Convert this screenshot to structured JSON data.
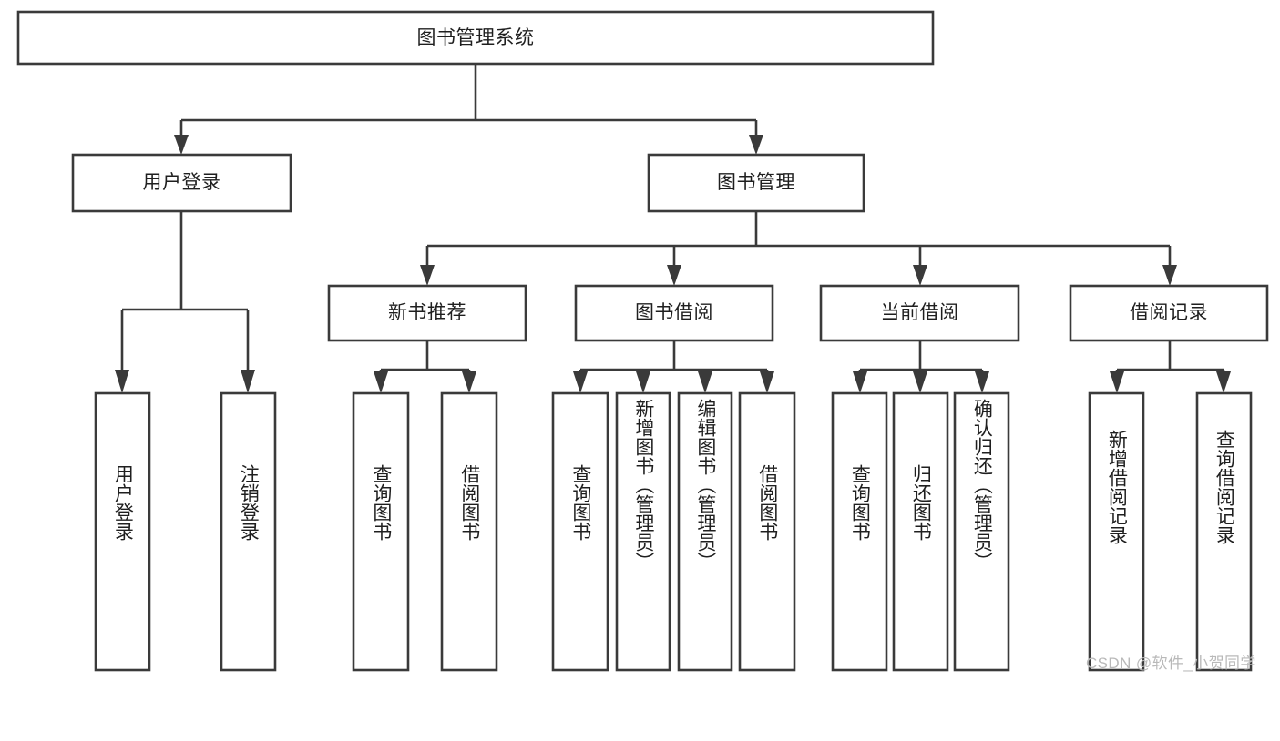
{
  "diagram": {
    "type": "tree-hierarchy",
    "title": "图书管理系统",
    "root": {
      "label": "图书管理系统",
      "id": "root-system"
    },
    "level1": [
      {
        "id": "user-login",
        "label": "用户登录"
      },
      {
        "id": "book-management",
        "label": "图书管理"
      }
    ],
    "level2": [
      {
        "id": "new-book-recommend",
        "label": "新书推荐",
        "parent": "book-management"
      },
      {
        "id": "book-borrow",
        "label": "图书借阅",
        "parent": "book-management"
      },
      {
        "id": "current-borrow",
        "label": "当前借阅",
        "parent": "book-management"
      },
      {
        "id": "borrow-record",
        "label": "借阅记录",
        "parent": "book-management"
      }
    ],
    "leaves": {
      "user-login": [
        {
          "id": "leaf-user-login",
          "label": "用户登录"
        },
        {
          "id": "leaf-logout-login",
          "label": "注销登录"
        }
      ],
      "new-book-recommend": [
        {
          "id": "leaf-query-book-1",
          "label": "查询图书"
        },
        {
          "id": "leaf-borrow-book-1",
          "label": "借阅图书"
        }
      ],
      "book-borrow": [
        {
          "id": "leaf-query-book-2",
          "label": "查询图书"
        },
        {
          "id": "leaf-add-book",
          "label": "新增图书（管理员）"
        },
        {
          "id": "leaf-edit-book",
          "label": "编辑图书（管理员）"
        },
        {
          "id": "leaf-borrow-book-2",
          "label": "借阅图书"
        }
      ],
      "current-borrow": [
        {
          "id": "leaf-query-book-3",
          "label": "查询图书"
        },
        {
          "id": "leaf-return-book",
          "label": "归还图书"
        },
        {
          "id": "leaf-confirm-return",
          "label": "确认归还（管理员）"
        }
      ],
      "borrow-record": [
        {
          "id": "leaf-add-record",
          "label": "新增借阅记录"
        },
        {
          "id": "leaf-query-record",
          "label": "查询借阅记录"
        }
      ]
    },
    "watermark": "CSDN @软件_小贺同学",
    "colors": {
      "stroke": "#3a3a3a",
      "fill": "#ffffff",
      "text": "#1f1f1f",
      "watermark": "#b9b9b9",
      "background": "#ffffff"
    }
  }
}
